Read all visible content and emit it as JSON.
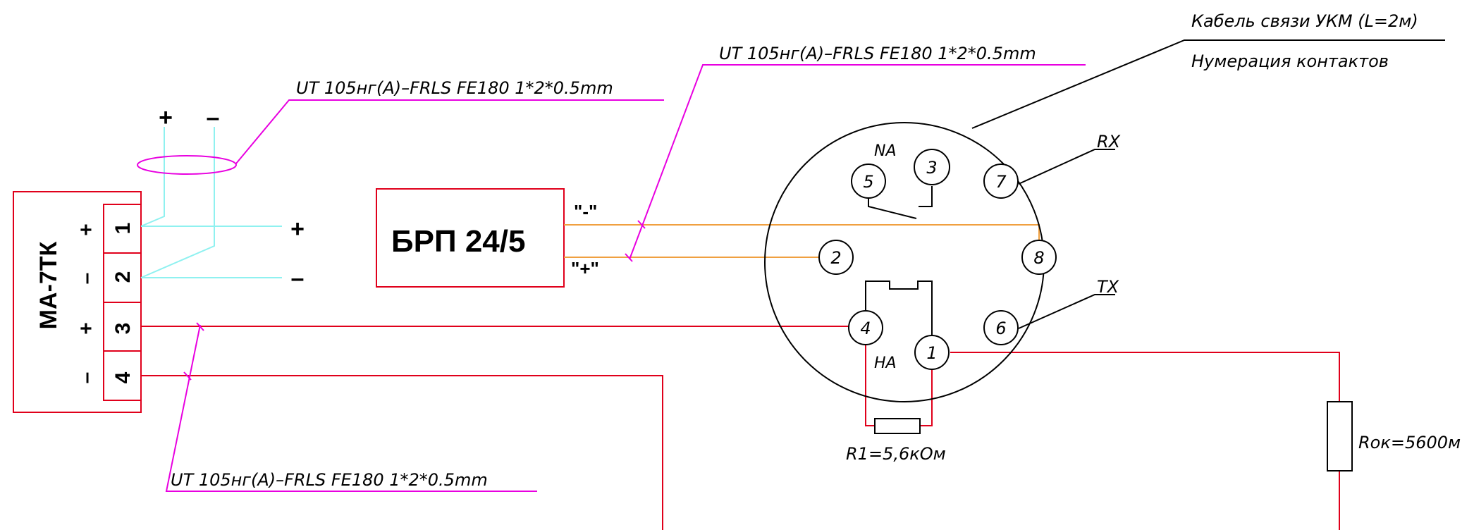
{
  "device_left": {
    "label": "МА-7ТК",
    "terminals": [
      "1",
      "2",
      "3",
      "4"
    ],
    "polarity": [
      "+",
      "–",
      "+",
      "–"
    ]
  },
  "power_supply": {
    "label": "БРП 24/5",
    "minus_label": "\"-\"",
    "plus_label": "\"+\""
  },
  "cable_labels": {
    "top": "UT 105нг(А)–FRLS FE180 1*2*0.5mm",
    "middle": "UT 105нг(А)–FRLS FE180 1*2*0.5mm",
    "bottom": "UT 105нг(А)–FRLS FE180 1*2*0.5mm"
  },
  "twisted_pair_polarity": {
    "plus": "+",
    "minus": "–",
    "out_plus": "+",
    "out_minus": "–"
  },
  "connector": {
    "title": "Кабель связи УКМ (L=2м)",
    "subtitle": "Нумерация контактов",
    "pins": [
      "1",
      "2",
      "3",
      "4",
      "5",
      "6",
      "7",
      "8"
    ],
    "label_na_top": "NA",
    "label_na_bottom": "НА",
    "label_rx": "RX",
    "label_tx": "TX"
  },
  "resistors": {
    "r1": "R1=5,6кОм",
    "rok": "Rок=5600м"
  },
  "colors": {
    "device_red": "#e0001b",
    "wire_cyan": "#8ff1f0",
    "wire_orange": "#f0a040",
    "leader_magenta": "#e800e0",
    "black": "#000000"
  }
}
